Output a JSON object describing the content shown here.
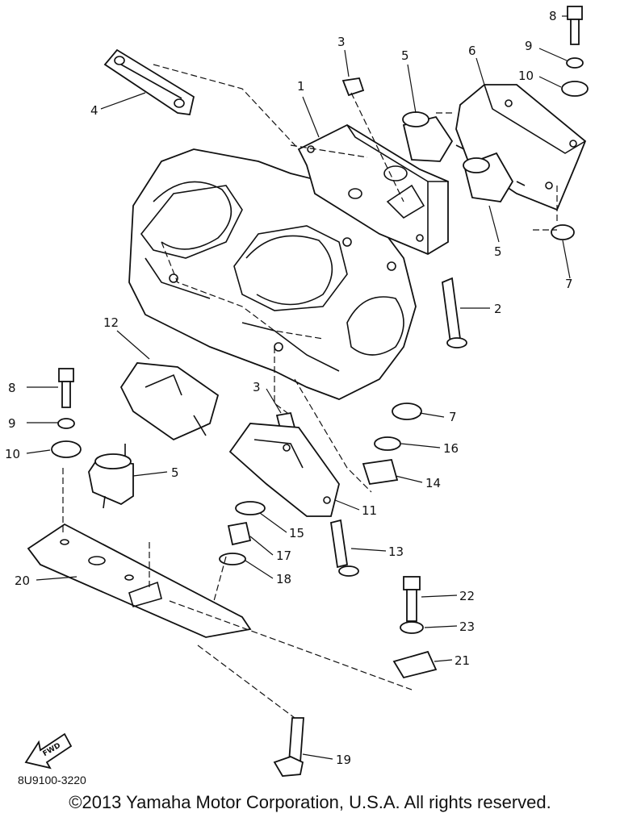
{
  "labels": {
    "p1": "1",
    "p2": "2",
    "p3a": "3",
    "p3b": "3",
    "p4": "4",
    "p5a": "5",
    "p5b": "5",
    "p5c": "5",
    "p6": "6",
    "p7a": "7",
    "p7b": "7",
    "p8a": "8",
    "p8b": "8",
    "p9a": "9",
    "p9b": "9",
    "p10a": "10",
    "p10b": "10",
    "p11": "11",
    "p12": "12",
    "p13": "13",
    "p14": "14",
    "p15": "15",
    "p16": "16",
    "p17": "17",
    "p18": "18",
    "p19": "19",
    "p20": "20",
    "p21": "21",
    "p22": "22",
    "p23": "23"
  },
  "fwd_label": "FWD",
  "diagram_code": "8U9100-3220",
  "copyright": "©2013 Yamaha Motor Corporation, U.S.A. All rights reserved."
}
